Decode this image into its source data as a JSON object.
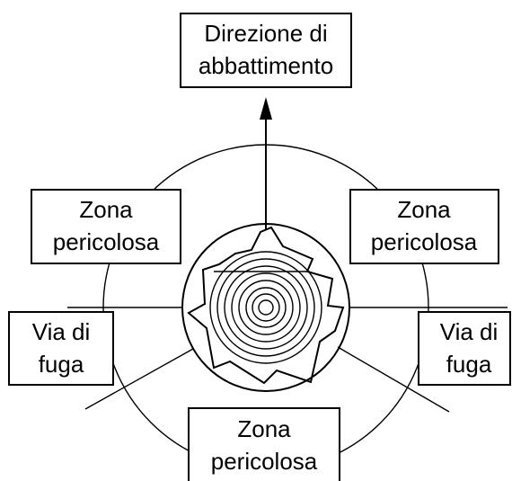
{
  "diagram": {
    "direction_box": {
      "line1": "Direzione di",
      "line2": "abbattimento"
    },
    "danger_zone_left": {
      "line1": "Zona",
      "line2": "pericolosa"
    },
    "danger_zone_right": {
      "line1": "Zona",
      "line2": "pericolosa"
    },
    "danger_zone_bottom": {
      "line1": "Zona",
      "line2": "pericolosa"
    },
    "escape_route_left": {
      "line1": "Via di",
      "line2": "fuga"
    },
    "escape_route_right": {
      "line1": "Via di",
      "line2": "fuga"
    }
  }
}
